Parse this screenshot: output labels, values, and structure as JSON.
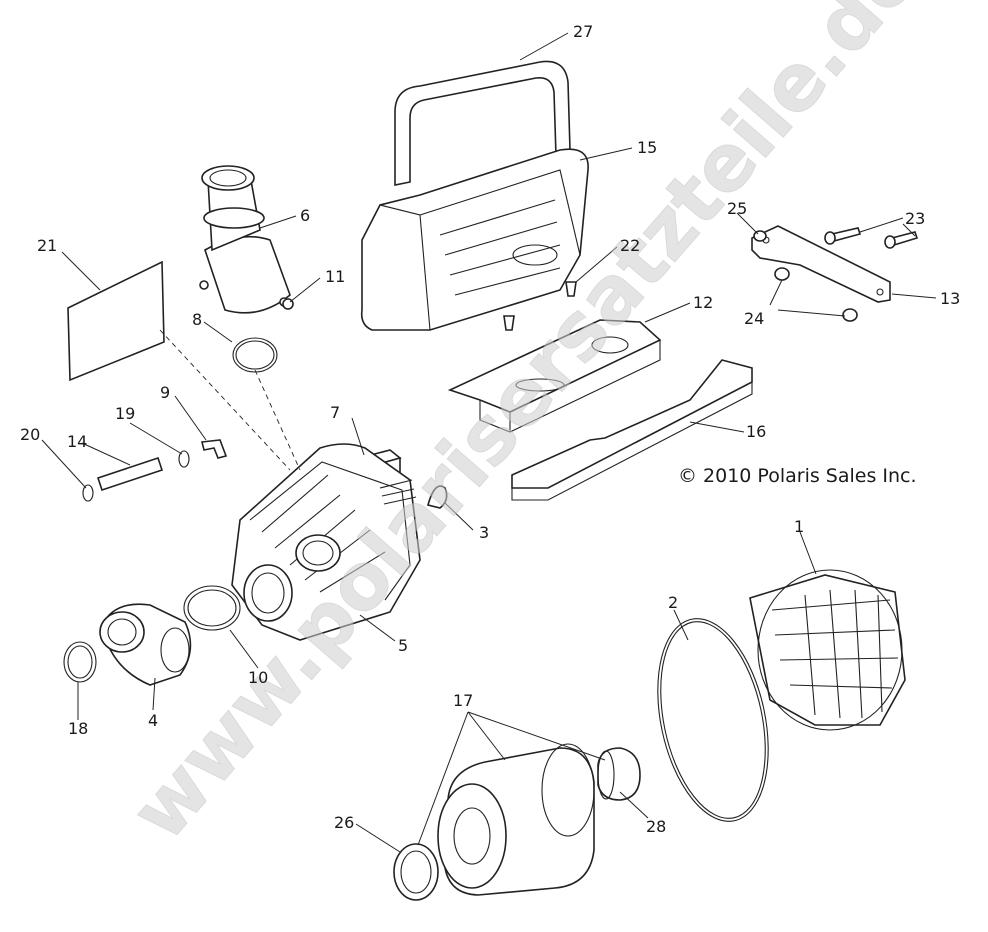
{
  "copyright": "© 2010 Polaris Sales Inc.",
  "watermark": "www.polarisersatzteile.de",
  "callouts": {
    "c1": "1",
    "c2": "2",
    "c3": "3",
    "c4": "4",
    "c5": "5",
    "c6": "6",
    "c7": "7",
    "c8": "8",
    "c9": "9",
    "c10": "10",
    "c11": "11",
    "c12": "12",
    "c13": "13",
    "c14": "14",
    "c15": "15",
    "c16": "16",
    "c17": "17",
    "c18": "18",
    "c19": "19",
    "c20": "20",
    "c21": "21",
    "c22": "22",
    "c23": "23",
    "c24": "24",
    "c25": "25",
    "c26": "26",
    "c27": "27",
    "c28": "28"
  }
}
